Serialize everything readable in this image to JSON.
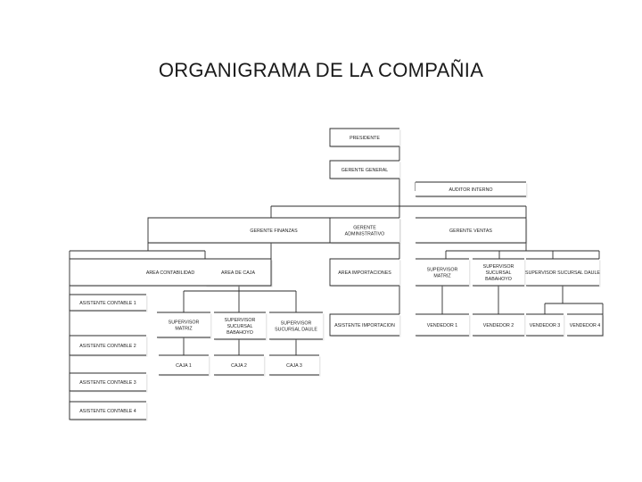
{
  "title": "ORGANIGRAMA DE LA COMPAÑIA",
  "nodes": {
    "presidente": "PRESIDENTE",
    "gerente_general": "GERENTE GENERAL",
    "auditor_interno": "AUDITOR INTERNO",
    "gerente_finanzas": "GERENTE FINANZAS",
    "gerente_administrativo": [
      "GERENTE",
      "ADMINISTRATIVO"
    ],
    "gerente_ventas": "GERENTE VENTAS",
    "area_contabilidad": "AREA CONTABILIDAD",
    "area_de_caja": "AREA DE CAJA",
    "area_importaciones": "AREA IMPORTACIONES",
    "supervisor_matriz": [
      "SUPERVISOR",
      "MATRIZ"
    ],
    "supervisor_sucursal_babahoyo": [
      "SUPERVISOR",
      "SUCURSAL",
      "BABAHOYO"
    ],
    "supervisor_sucursal_daule": "SUPERVISOR SUCURSAL DAULE",
    "asistente_contable_1": "ASISTENTE CONTABLE 1",
    "asistente_contable_2": "ASISTENTE CONTABLE 2",
    "asistente_contable_3": "ASISTENTE CONTABLE 3",
    "asistente_contable_4": "ASISTENTE CONTABLE 4",
    "caja_supervisor_matriz": [
      "SUPERVISOR",
      "MATRIZ"
    ],
    "caja_supervisor_babahoyo": [
      "SUPERVISOR",
      "SUCURSAL",
      "BABAHOYO"
    ],
    "caja_supervisor_daule": [
      "SUPERVISOR",
      "SUCURSAL DAULE"
    ],
    "caja_1": "CAJA 1",
    "caja_2": "CAJA 2",
    "caja_3": "CAJA 3",
    "asistente_importacion": "ASISTENTE IMPORTACION",
    "vendedor_1": "VENDEDOR 1",
    "vendedor_2": "VENDEDOR 2",
    "vendedor_3": "VENDEDOR 3",
    "vendedor_4": "VENDEDOR 4"
  },
  "colors": {
    "line": "#2b2b2b",
    "box_fill": "#ffffff",
    "shadow": "#bdbdbd"
  }
}
